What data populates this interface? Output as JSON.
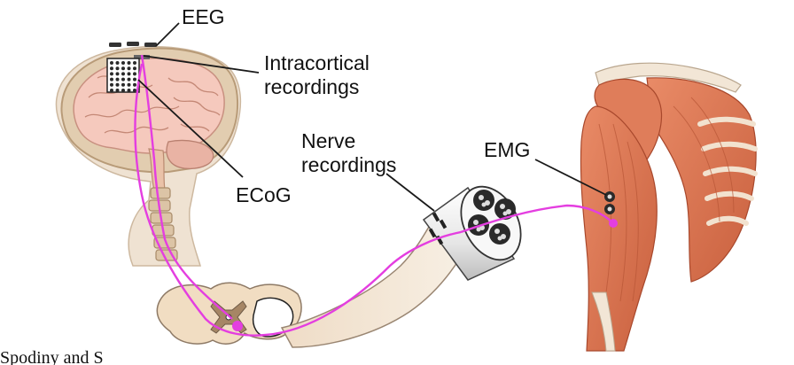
{
  "labels": {
    "eeg": "EEG",
    "intracortical": [
      "Intracortical",
      "recordings"
    ],
    "ecog": "ECoG",
    "nerve": [
      "Nerve",
      "recordings"
    ],
    "emg": "EMG"
  },
  "caption": "Spodiny and S",
  "colors": {
    "signal_path": "#e43ee0",
    "leader_line": "#1a1a1a",
    "skull": "#e2cdb0",
    "brain": "#f5c9bd",
    "spine": "#f1ddc2",
    "grey_matter": "#a68665",
    "muscle": "#e0805e",
    "tendon": "#f2e6d6",
    "cuff": "#eeeeee",
    "electrode": "#2a2a2a"
  }
}
